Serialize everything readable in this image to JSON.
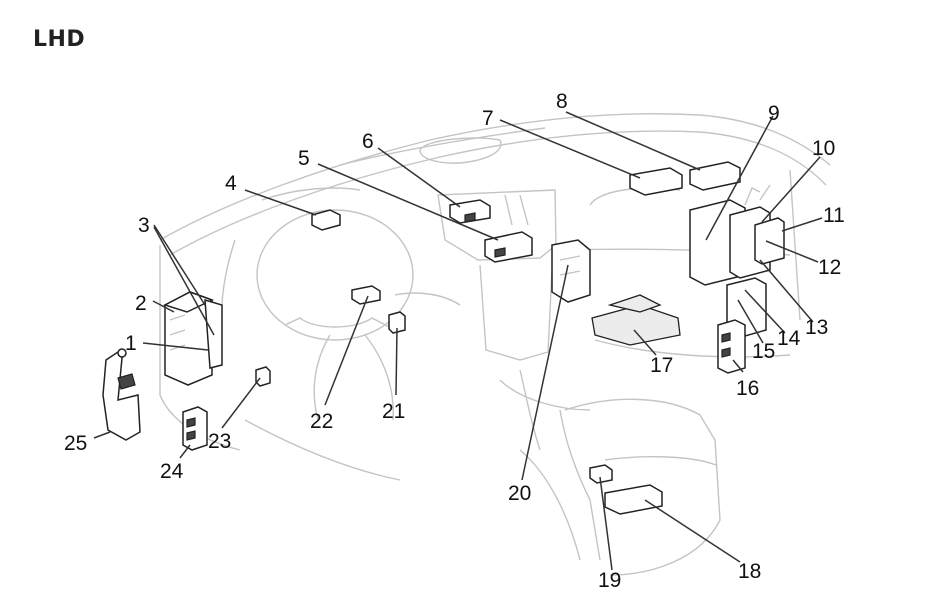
{
  "title": "LHD",
  "callouts": [
    "1",
    "2",
    "3",
    "4",
    "5",
    "6",
    "7",
    "8",
    "9",
    "10",
    "11",
    "12",
    "13",
    "14",
    "15",
    "16",
    "17",
    "18",
    "19",
    "20",
    "21",
    "22",
    "23",
    "24",
    "25"
  ]
}
